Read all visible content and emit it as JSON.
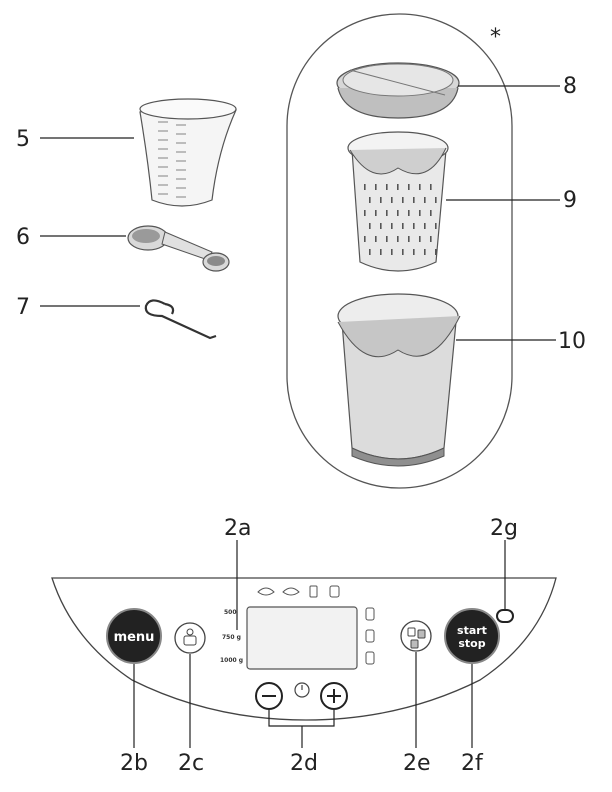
{
  "asterisk": "*",
  "callouts": {
    "c5": "5",
    "c6": "6",
    "c7": "7",
    "c8": "8",
    "c9": "9",
    "c10": "10",
    "c2a": "2a",
    "c2b": "2b",
    "c2c": "2c",
    "c2d": "2d",
    "c2e": "2e",
    "c2f": "2f",
    "c2g": "2g"
  },
  "panel": {
    "menu_label": "menu",
    "start_label": "start",
    "stop_label": "stop",
    "weights": [
      "500",
      "750 g",
      "1000 g"
    ],
    "minus_label": "−",
    "plus_label": "+"
  },
  "icons": [
    "jug-icon",
    "bowl-icon",
    "bin-icon",
    "basket-icon",
    "scale-icon",
    "timer-icon",
    "dish-icon"
  ]
}
